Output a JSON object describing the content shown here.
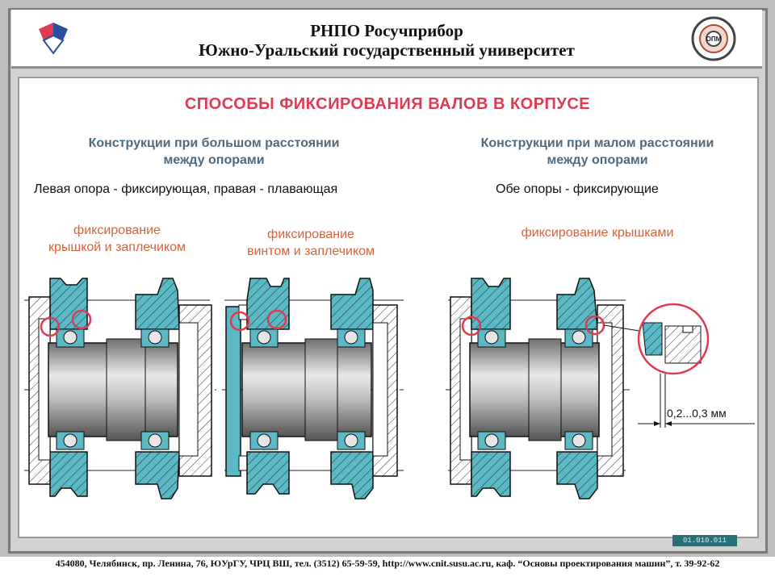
{
  "header": {
    "line1": "РНПО Росучприбор",
    "line2": "Южно-Уральский государственный университет"
  },
  "title": "СПОСОБЫ ФИКСИРОВАНИЯ ВАЛОВ В КОРПУСЕ",
  "left_section": {
    "heading": "Конструкции при большом расстоянии\nмежду опорами",
    "description": "Левая опора - фиксирующая, правая - плавающая",
    "method1": "фиксирование\nкрышкой и заплечиком",
    "method2": "фиксирование\nвинтом и заплечиком"
  },
  "right_section": {
    "heading": "Конструкции при малом расстоянии\nмежду опорами",
    "description": "Обе опоры - фиксирующие",
    "method": "фиксирование крышками"
  },
  "dimension_label": "0,2...0,3 мм",
  "page_code": "01.010.011",
  "footer": "454080, Челябинск, пр. Ленина, 76, ЮУрГУ, ЧРЦ ВШ, тел. (3512) 65-59-59, http://www.cnit.susu.ac.ru, каф. “Основы проектирования машин”, т. 39-92-62",
  "colors": {
    "title": "#e03a50",
    "heading": "#4e6a80",
    "method": "#d8623a",
    "housing": "#5bb8c4",
    "highlight": "#e03a50"
  }
}
